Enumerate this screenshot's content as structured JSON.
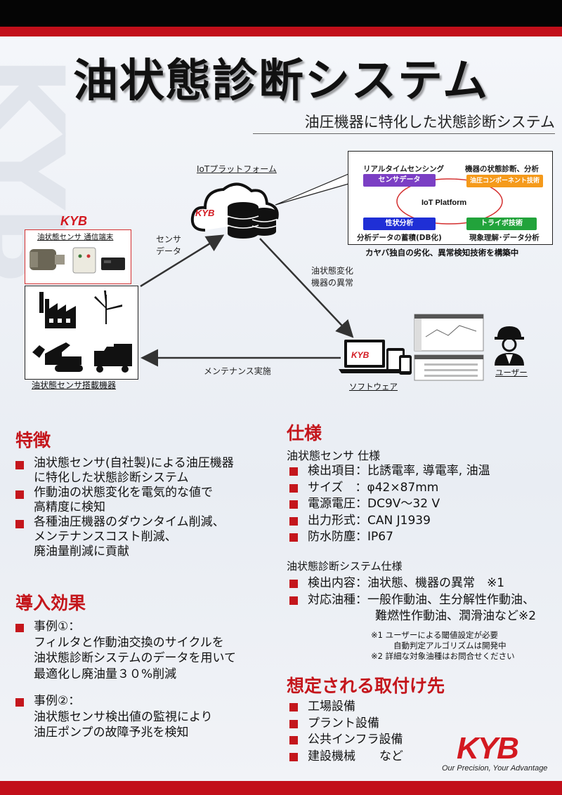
{
  "header": {
    "title": "油状態診断システム",
    "subtitle": "油圧機器に特化した状態診断システム"
  },
  "diagram": {
    "iot_label": "IoTプラットフォーム",
    "sensor_box_title": "油状態センサ 通信端末",
    "kyb_logo": "KYB",
    "arrow_sensor_data": [
      "センサ",
      "データ"
    ],
    "arrow_change": [
      "油状態変化",
      "機器の異常"
    ],
    "arrow_maintenance": "メンテナンス実施",
    "equipment_label": "油状態センサ搭載機器",
    "software_label": "ソフトウェア",
    "user_label": "ユーザー",
    "callout": {
      "top_left_caption": "リアルタイムセンシング",
      "top_right_caption": "機器の状態診断、分析",
      "pill_sensor": "センサデータ",
      "pill_component": "油圧コンポーネント技術",
      "center": "IoT Platform",
      "pill_property": "性状分析",
      "pill_tribo": "トライボ技術",
      "bottom_left_caption": "分析データの蓄積(DB化)",
      "bottom_right_caption": "現象理解･データ分析",
      "footer": "カヤバ独自の劣化、異常検知技術を構築中"
    },
    "colors": {
      "purple": "#7b3fc4",
      "orange": "#f59a1b",
      "blue": "#1f2fd6",
      "green": "#22a33b"
    }
  },
  "features": {
    "heading": "特徴",
    "items": [
      [
        "油状態センサ(自社製)による油圧機器",
        "に特化した状態診断システム"
      ],
      [
        "作動油の状態変化を電気的な値で",
        "高精度に検知"
      ],
      [
        "各種油圧機器のダウンタイム削減、",
        "メンテナンスコスト削減、",
        "廃油量削減に貢献"
      ]
    ]
  },
  "effects": {
    "heading": "導入効果",
    "case1_title": "事例①：",
    "case1_lines": [
      "フィルタと作動油交換のサイクルを",
      "油状態診断システムのデータを用いて",
      "最適化し廃油量３０%削減"
    ],
    "case2_title": "事例②：",
    "case2_lines": [
      "油状態センサ検出値の監視により",
      "油圧ポンプの故障予兆を検知"
    ]
  },
  "specs": {
    "heading": "仕様",
    "sensor_title": "油状態センサ 仕様",
    "sensor_items": [
      "検出項目：比誘電率, 導電率, 油温",
      "サイズ　：φ42×87mm",
      "電源電圧：DC9V～32 V",
      "出力形式：CAN J1939",
      "防水防塵：IP67"
    ],
    "system_title": "油状態診断システム仕様",
    "system_item1": "検出内容：油状態、機器の異常　※1",
    "system_item2_line1": "対応油種：一般作動油、生分解性作動油、",
    "system_item2_line2": "難燃性作動油、潤滑油など※2",
    "notes": [
      "※1 ユーザーによる閾値設定が必要",
      "自動判定アルゴリズムは開発中",
      "※2 詳細な対象油種はお問合せください"
    ]
  },
  "targets": {
    "heading": "想定される取付け先",
    "items": [
      "工場設備",
      "プラント設備",
      "公共インフラ設備",
      "建設機械　　など"
    ]
  },
  "footer_logo": {
    "brand": "KYB",
    "tagline": "Our Precision, Your Advantage"
  }
}
